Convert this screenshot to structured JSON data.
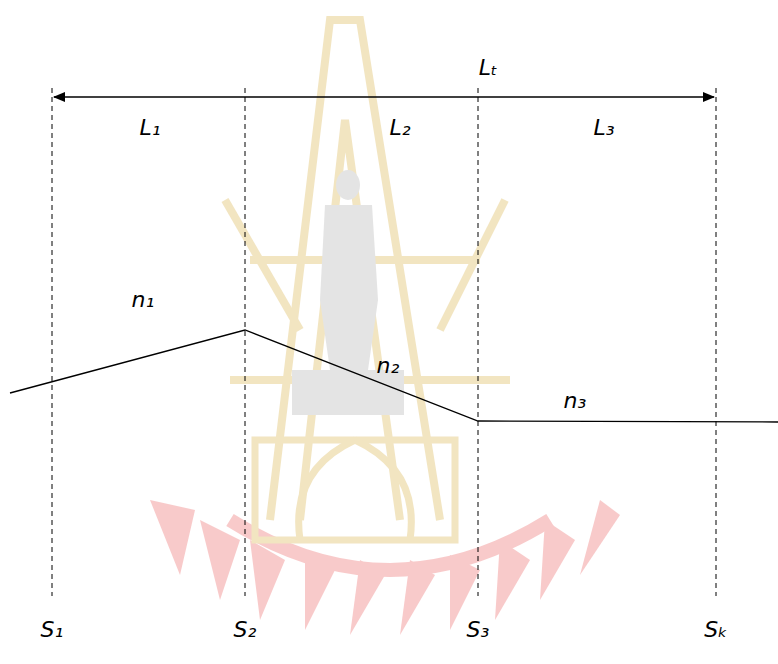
{
  "diagram": {
    "labels": [
      "Lₜ",
      "L₁",
      "L₂",
      "L₃",
      "n₁",
      "n₂",
      "n₃",
      "S₁",
      "S₂",
      "S₃",
      "Sₖ"
    ]
  }
}
